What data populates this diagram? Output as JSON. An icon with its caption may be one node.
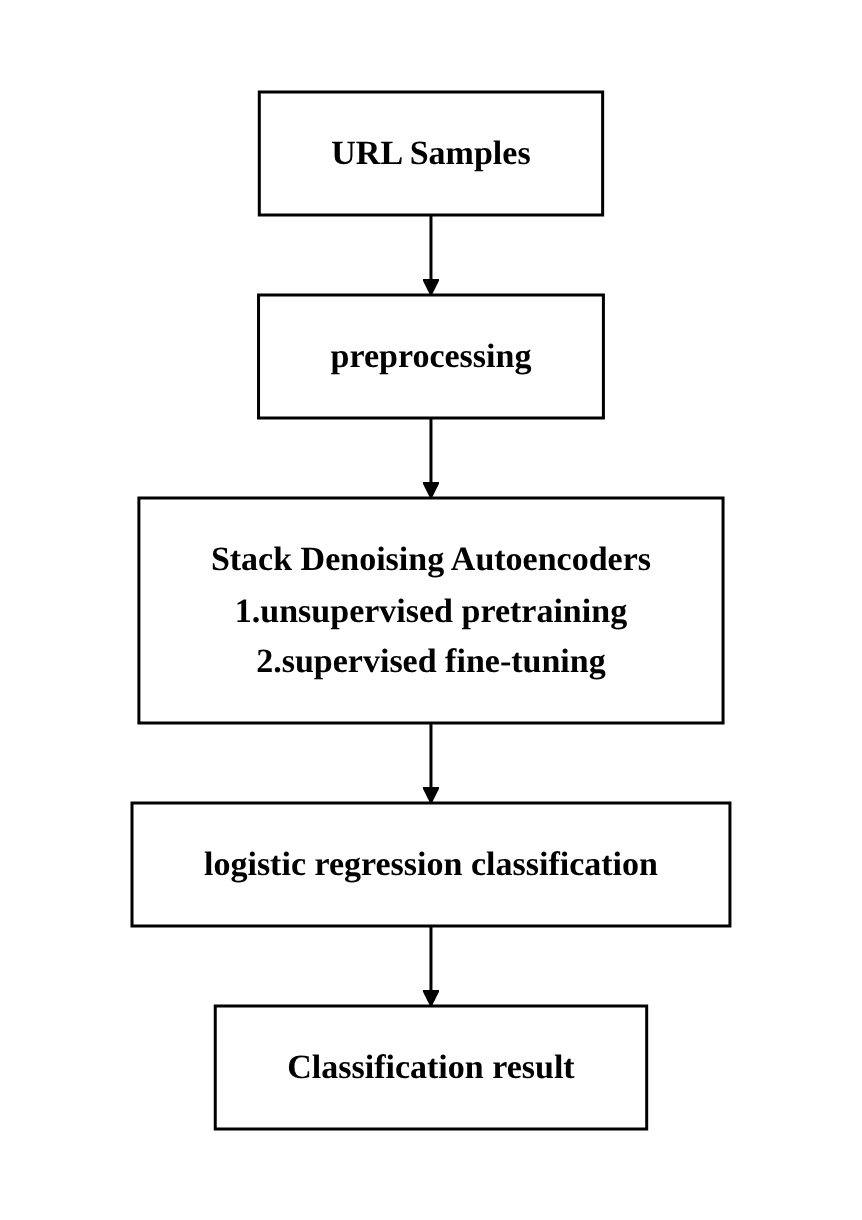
{
  "diagram": {
    "nodes": [
      {
        "text": [
          "URL Samples"
        ]
      },
      {
        "text": [
          "preprocessing"
        ]
      },
      {
        "text": [
          "Stack Denoising Autoencoders",
          "1.unsupervised pretraining",
          "2.supervised fine-tuning"
        ]
      },
      {
        "text": [
          "logistic regression classification"
        ]
      },
      {
        "text": [
          "Classification result"
        ]
      }
    ],
    "edges": [
      {
        "from": 0,
        "to": 1,
        "arrow": "to"
      },
      {
        "from": 1,
        "to": 2,
        "arrow": "to"
      },
      {
        "from": 2,
        "to": 3,
        "arrow": "to"
      },
      {
        "from": 3,
        "to": 4,
        "arrow": "to"
      }
    ]
  }
}
